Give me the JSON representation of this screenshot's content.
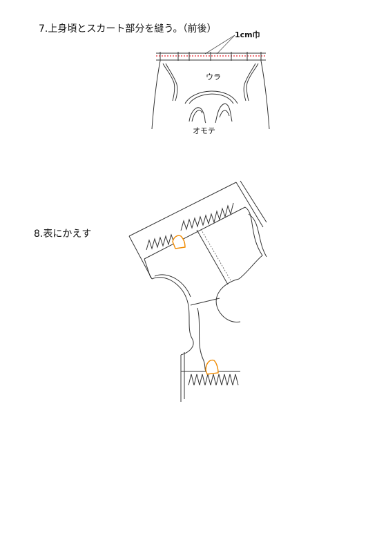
{
  "step7": {
    "title": "7.上身頃とスカート部分を縫う。（前後）",
    "callout": "1cm巾",
    "label_back": "ウラ",
    "label_front": "オモテ"
  },
  "step8": {
    "title": "8.表にかえす"
  },
  "colors": {
    "stitch_line": "#e8202a",
    "iron": "#f08a00",
    "outline": "#333333"
  }
}
